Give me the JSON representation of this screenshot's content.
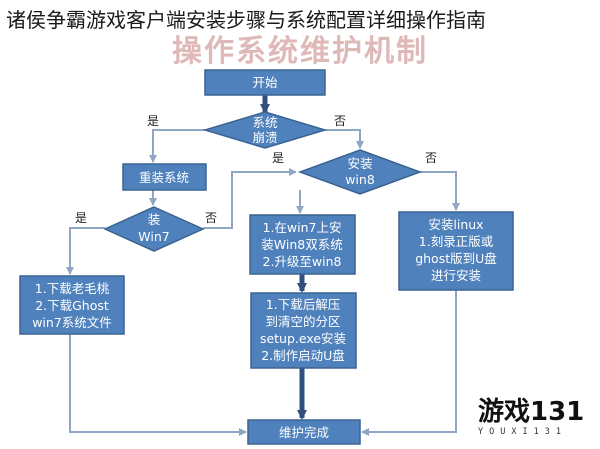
{
  "page": {
    "title": "诸侯争霸游戏客户端安装步骤与系统配置详细操作指南"
  },
  "diagram": {
    "title": "操作系统维护机制",
    "colors": {
      "node_fill": "#4f81bd",
      "node_stroke": "#3a6391",
      "edge": "#8fa6c4",
      "main_arrow": "#2f4f7f",
      "title": "#c47d7d"
    },
    "nodes": {
      "start": "开始",
      "crash": [
        "系统",
        "崩溃"
      ],
      "reinstall": "重装系统",
      "install_win8": [
        "安装",
        "win8"
      ],
      "install_win7": [
        "装",
        "Win7"
      ],
      "win7_steps": [
        "1.在win7上安",
        "装Win8双系统",
        "2.升级至win8"
      ],
      "linux_steps": [
        "安装linux",
        "1.刻录正版或",
        "ghost版到U盘",
        "进行安装"
      ],
      "download_steps": [
        "1.下载老毛桃",
        "2.下载Ghost",
        "win7系统文件"
      ],
      "extract_steps": [
        "1.下载后解压",
        "到清空的分区",
        "setup.exe安装",
        "2.制作启动U盘"
      ],
      "done": "维护完成"
    },
    "edge_labels": {
      "yes": "是",
      "no": "否"
    }
  },
  "watermark": {
    "logo_main": "游戏131",
    "logo_sub": "YOUXI131"
  }
}
